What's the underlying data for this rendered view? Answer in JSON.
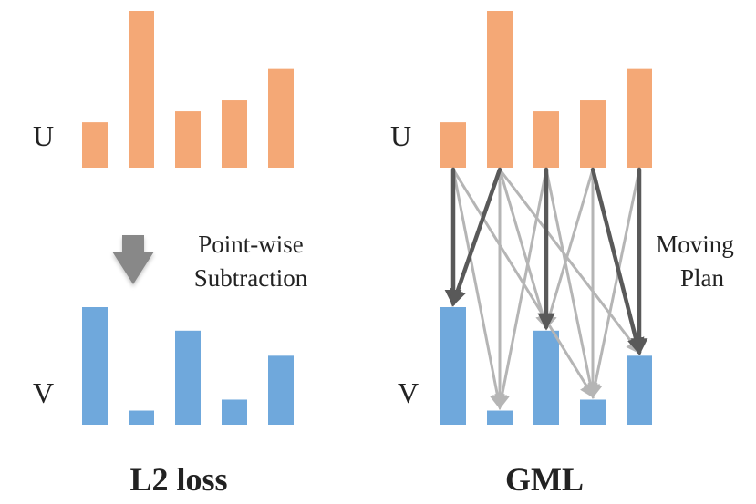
{
  "colors": {
    "u_bar": "#f4a876",
    "v_bar": "#6fa8dc",
    "baseline": "#6b6b6b",
    "arrow_dark": "#595959",
    "arrow_light": "#b5b5b5",
    "down_arrow": "#888888"
  },
  "icons": {
    "down_arrow": "down-arrow-icon"
  },
  "distributions": {
    "u_label": "U",
    "v_label": "V",
    "u_values": [
      0.29,
      1.0,
      0.36,
      0.43,
      0.63
    ],
    "v_values": [
      0.75,
      0.09,
      0.6,
      0.16,
      0.44
    ]
  },
  "panels": [
    {
      "id": "l2",
      "title": "L2 loss",
      "annotation": [
        "Point-wise",
        "Subtraction"
      ]
    },
    {
      "id": "gml",
      "title": "GML",
      "annotation": [
        "Moving",
        "Plan"
      ]
    }
  ],
  "moving_plan": [
    {
      "from": 0,
      "to": 0,
      "weight": "strong"
    },
    {
      "from": 0,
      "to": 1,
      "weight": "light"
    },
    {
      "from": 0,
      "to": 3,
      "weight": "light"
    },
    {
      "from": 1,
      "to": 0,
      "weight": "strong"
    },
    {
      "from": 1,
      "to": 1,
      "weight": "light"
    },
    {
      "from": 1,
      "to": 2,
      "weight": "light"
    },
    {
      "from": 1,
      "to": 4,
      "weight": "light"
    },
    {
      "from": 2,
      "to": 1,
      "weight": "light"
    },
    {
      "from": 2,
      "to": 2,
      "weight": "strong"
    },
    {
      "from": 2,
      "to": 3,
      "weight": "light"
    },
    {
      "from": 3,
      "to": 2,
      "weight": "light"
    },
    {
      "from": 3,
      "to": 3,
      "weight": "light"
    },
    {
      "from": 3,
      "to": 4,
      "weight": "strong"
    },
    {
      "from": 4,
      "to": 3,
      "weight": "light"
    },
    {
      "from": 4,
      "to": 4,
      "weight": "strong"
    }
  ]
}
